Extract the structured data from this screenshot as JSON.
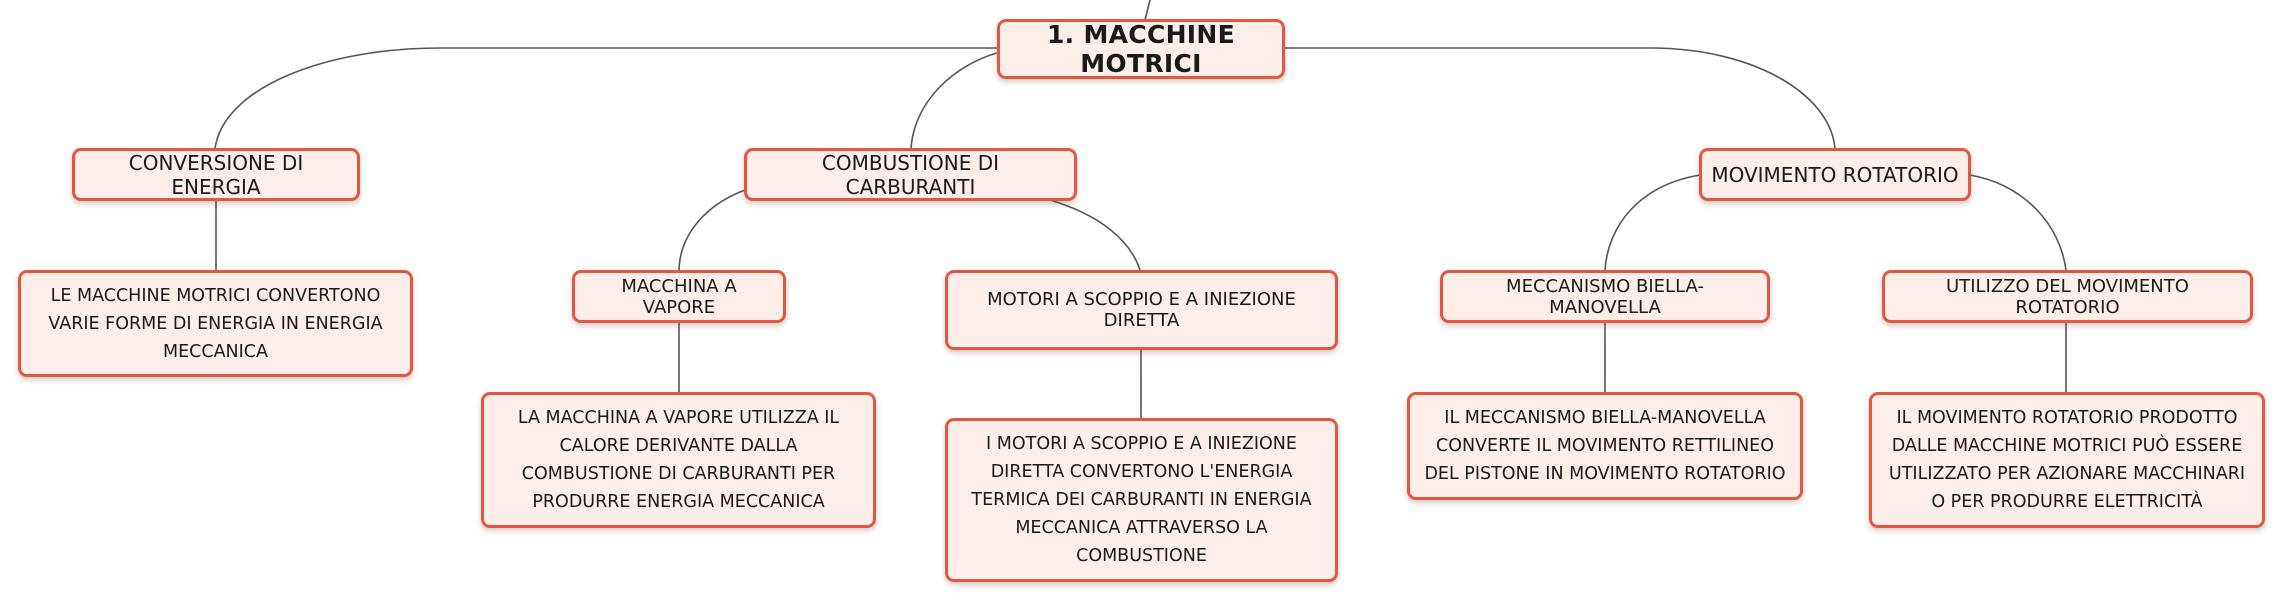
{
  "root": {
    "label": "1. MACCHINE MOTRICI"
  },
  "branches": [
    {
      "label": "CONVERSIONE DI ENERGIA",
      "description": "LE MACCHINE MOTRICI CONVERTONO VARIE FORME DI ENERGIA IN ENERGIA MECCANICA"
    },
    {
      "label": "COMBUSTIONE DI CARBURANTI",
      "children": [
        {
          "label": "MACCHINA A VAPORE",
          "description": "LA MACCHINA A VAPORE UTILIZZA IL CALORE DERIVANTE DALLA COMBUSTIONE DI CARBURANTI PER PRODURRE ENERGIA MECCANICA"
        },
        {
          "label": "MOTORI A SCOPPIO E A INIEZIONE DIRETTA",
          "description": "I MOTORI A SCOPPIO E A INIEZIONE DIRETTA CONVERTONO L'ENERGIA TERMICA DEI CARBURANTI IN ENERGIA MECCANICA ATTRAVERSO LA COMBUSTIONE"
        }
      ]
    },
    {
      "label": "MOVIMENTO ROTATORIO",
      "children": [
        {
          "label": "MECCANISMO BIELLA-MANOVELLA",
          "description": "IL MECCANISMO BIELLA-MANOVELLA CONVERTE IL MOVIMENTO RETTILINEO DEL PISTONE IN MOVIMENTO ROTATORIO"
        },
        {
          "label": "UTILIZZO DEL MOVIMENTO ROTATORIO",
          "description": "IL MOVIMENTO ROTATORIO PRODOTTO DALLE MACCHINE MOTRICI PUÒ ESSERE UTILIZZATO PER AZIONARE MACCHINARI O PER PRODURRE ELETTRICITÀ"
        }
      ]
    }
  ],
  "colors": {
    "node_fill": "#fdeeea",
    "node_border": "#e2573f",
    "connector": "#555555",
    "background": "#ffffff"
  }
}
